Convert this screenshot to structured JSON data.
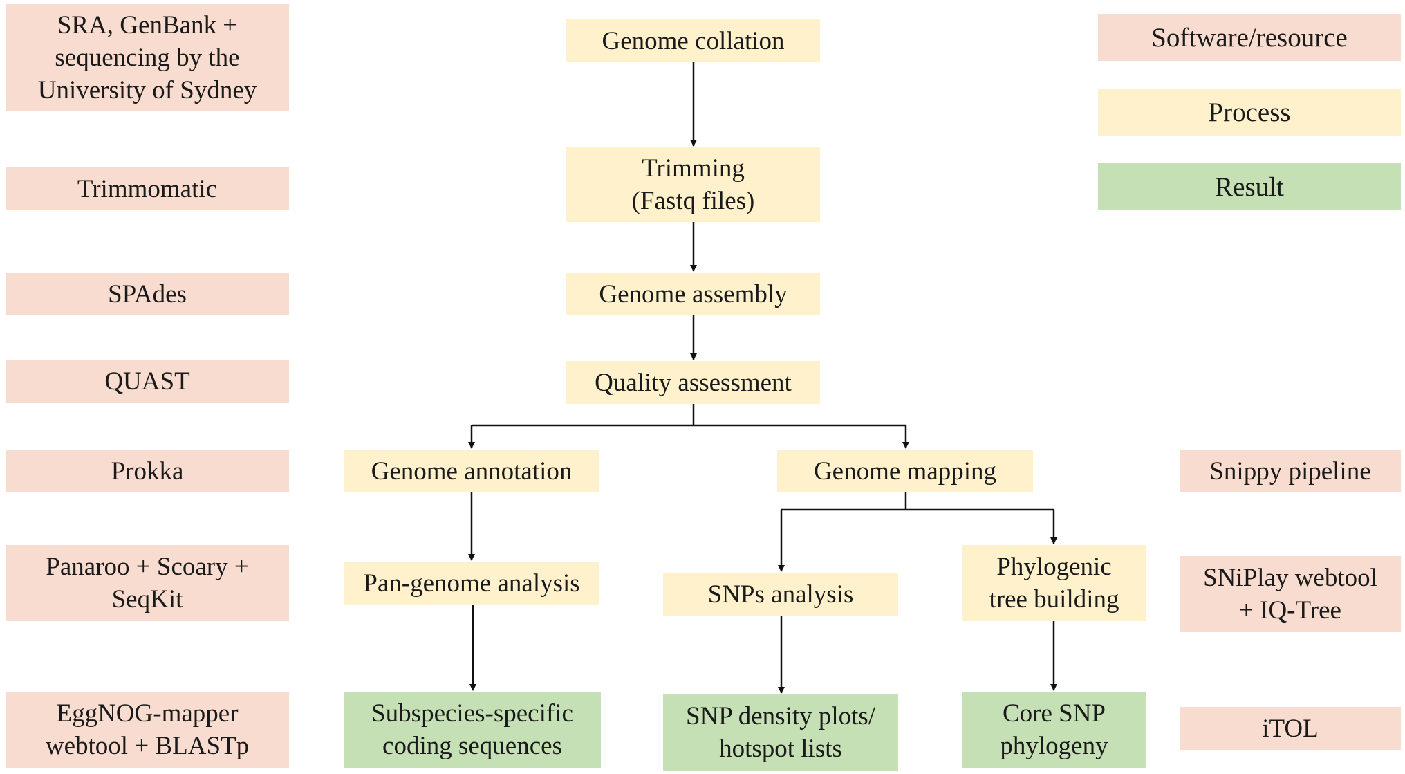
{
  "colors": {
    "software": "#f8dccf",
    "process": "#fef1cc",
    "result": "#c5e0b4",
    "connector": "#111111"
  },
  "legend": {
    "software": "Software/resource",
    "process": "Process",
    "result": "Result"
  },
  "software": {
    "sources": "SRA, GenBank +\nsequencing by the\nUniversity of Sydney",
    "trimmomatic": "Trimmomatic",
    "spades": "SPAdes",
    "quast": "QUAST",
    "prokka": "Prokka",
    "panaroo": "Panaroo + Scoary +\nSeqKit",
    "eggnog": "EggNOG-mapper\nwebtool + BLASTp",
    "snippy": "Snippy pipeline",
    "sniplay": "SNiPlay webtool\n+ IQ-Tree",
    "itol": "iTOL"
  },
  "process": {
    "collation": "Genome collation",
    "trimming": "Trimming\n(Fastq files)",
    "assembly": "Genome assembly",
    "quality": "Quality assessment",
    "annotation": "Genome annotation",
    "mapping": "Genome mapping",
    "pangenome": "Pan-genome analysis",
    "snps": "SNPs analysis",
    "phylo_building": "Phylogenic\ntree building"
  },
  "result": {
    "coding": "Subspecies-specific\ncoding sequences",
    "density": "SNP density plots/\nhotspot lists",
    "core_snp": "Core SNP\nphylogeny"
  }
}
